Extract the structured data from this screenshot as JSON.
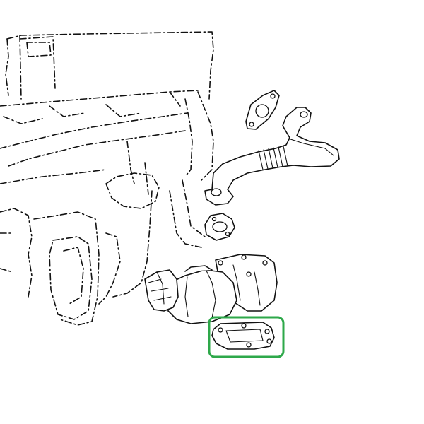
{
  "diagram": {
    "highlight_color": "#2ea84a",
    "line_color": "#111111",
    "background": "#ffffff",
    "components": [
      "engine-block-outline",
      "egr-pipe",
      "pipe-gasket-top",
      "pipe-gasket-bottom",
      "egr-valve",
      "egr-valve-gasket"
    ],
    "highlighted_component": "egr-valve-gasket"
  }
}
